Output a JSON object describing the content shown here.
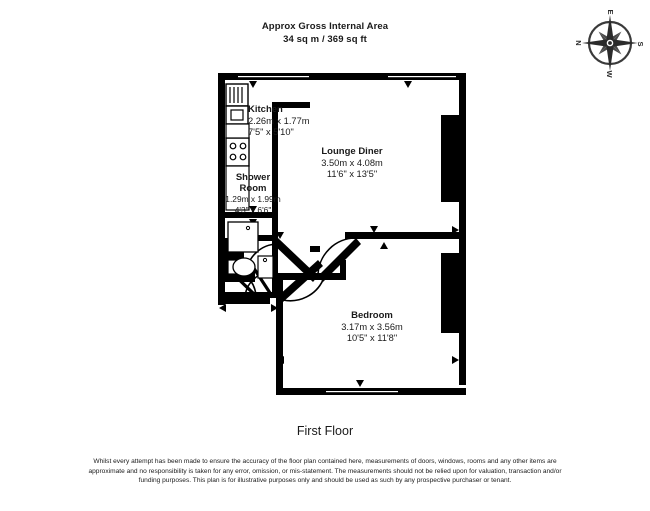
{
  "header": {
    "title": "Approx Gross Internal Area",
    "area": "34 sq m / 369 sq ft"
  },
  "compass": {
    "label": "compass-rose",
    "north": "N",
    "east": "E",
    "south": "S",
    "west": "W"
  },
  "floorplan": {
    "floor_caption": "First Floor",
    "rooms": [
      {
        "key": "kitchen",
        "name": "Kitchen",
        "metric": "2.26m x 1.77m",
        "imperial": "7'5\" x 5'10\""
      },
      {
        "key": "lounge_diner",
        "name": "Lounge Diner",
        "metric": "3.50m x 4.08m",
        "imperial": "11'6\" x 13'5\""
      },
      {
        "key": "shower_room",
        "name_line1": "Shower",
        "name_line2": "Room",
        "metric": "1.29m x 1.99m",
        "imperial": "4'3\" x 6'6\""
      },
      {
        "key": "bedroom",
        "name": "Bedroom",
        "metric": "3.17m x 3.56m",
        "imperial": "10'5\" x 11'8\""
      }
    ],
    "fixtures": [
      "fridge-freezer-icon",
      "hob-cooker-icon",
      "shower-tray-icon",
      "toilet-icon",
      "basin-icon"
    ],
    "colors": {
      "wall": "#000000",
      "window": "#ffffff",
      "interior": "#ffffff",
      "text": "#1a1a1a"
    }
  },
  "disclaimer": {
    "text": "Whilst every attempt has been made to ensure the accuracy of the floor plan contained here, measurements of doors, windows, rooms and any other items are approximate and no responsibility is taken for any error, omission, or mis-statement. The measurements should not be relied upon for valuation, transaction and/or funding purposes. This plan is for illustrative purposes only and should be used as such by any prospective purchaser or tenant."
  }
}
